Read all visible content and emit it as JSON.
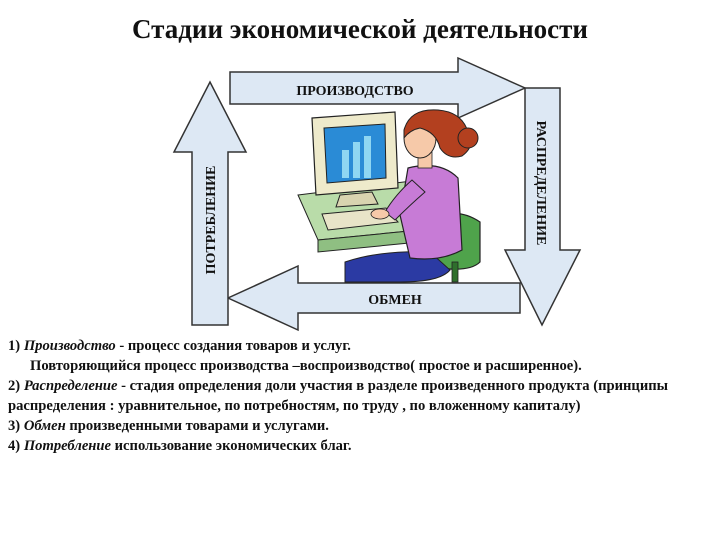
{
  "title": "Стадии экономической деятельности",
  "arrows": {
    "top": "ПРОИЗВОДСТВО",
    "right": "РАСПРЕДЕЛЕНИЕ",
    "bottom": "ОБМЕН",
    "left": "ПОТРЕБЛЕНИЕ"
  },
  "illustration": {
    "icon": "woman-at-computer-icon",
    "colors": {
      "arrow_fill": "#dde8f4",
      "arrow_stroke": "#333333",
      "hair": "#b3401f",
      "sweater": "#c77bd6",
      "skin": "#f6c9a9",
      "pants": "#2b3aa3",
      "chair": "#4fa34b",
      "monitor": "#eeeacb",
      "screen": "#2a8bd6",
      "desk": "#b9dca9"
    }
  },
  "definitions": [
    {
      "number": "1)",
      "term": "Производство",
      "text": " - процесс создания товаров и услуг."
    },
    {
      "number": "",
      "term": "",
      "text": "Повторяющийся процесс производства –воспроизводство( простое и расширенное)."
    },
    {
      "number": "2)",
      "term": "Распределение",
      "text": " - стадия определения доли участия в разделе произведенного продукта (принципы  распределения : уравнительное, по потребностям, по труду , по вложенному капиталу)"
    },
    {
      "number": "3)",
      "term": "Обмен",
      "text": "  произведенными товарами и услугами."
    },
    {
      "number": "4)",
      "term": "Потребление",
      "text": "  использование  экономических благ."
    }
  ]
}
